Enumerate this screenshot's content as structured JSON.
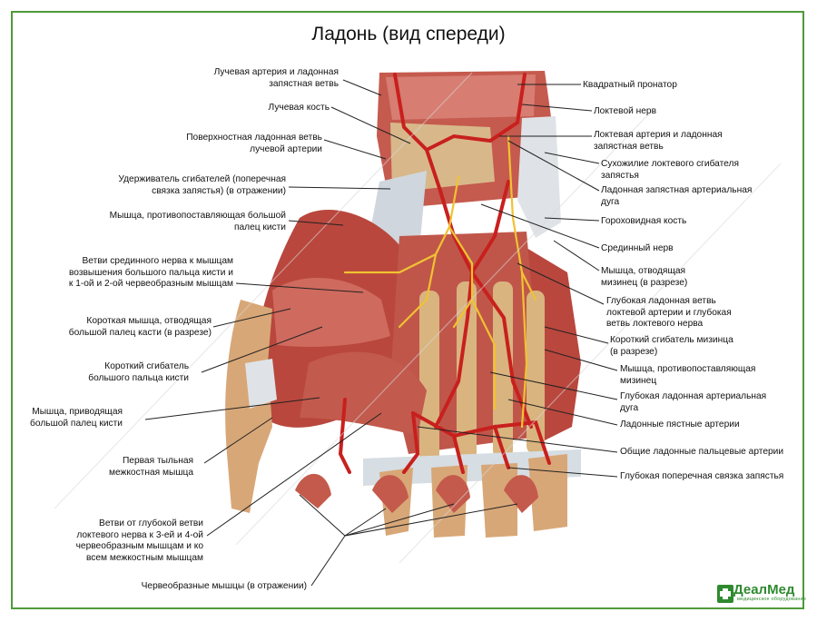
{
  "title": "Ладонь (вид спереди)",
  "colors": {
    "frame": "#4f9a3a",
    "muscle": "#b8473f",
    "muscle_light": "#d9847a",
    "tendon": "#d8dde2",
    "bone": "#d8b88a",
    "artery": "#c8201e",
    "nerve": "#f0c232",
    "brand": "#2f8a2f"
  },
  "labels_left": [
    {
      "lines": [
        "Лучевая артерия и ладонная",
        "запястная ветвь"
      ]
    },
    {
      "lines": [
        "Лучевая кость"
      ]
    },
    {
      "lines": [
        "Поверхностная ладонная ветвь",
        "лучевой артерии"
      ]
    },
    {
      "lines": [
        "Удерживатель сгибателей (поперечная",
        "связка запястья) (в отражении)"
      ]
    },
    {
      "lines": [
        "Мышца, противопоставляющая большой",
        "палец кисти"
      ]
    },
    {
      "lines": [
        "Ветви срединного нерва к мышцам",
        "возвышения большого пальца кисти и",
        "к 1-ой и 2-ой червеобразным мышцам"
      ]
    },
    {
      "lines": [
        "Короткая мышца, отводящая",
        "большой палец касти (в разрезе)"
      ]
    },
    {
      "lines": [
        "Короткий сгибатель",
        "большого пальца кисти"
      ]
    },
    {
      "lines": [
        "Мышца, приводящая",
        "большой палец кисти"
      ]
    },
    {
      "lines": [
        "Первая тыльная",
        "межкостная мышца"
      ]
    },
    {
      "lines": [
        "Ветви от глубокой ветви",
        "локтевого нерва к 3-ей и 4-ой",
        "червеобразным мышцам и ко",
        "всем межкостным мышцам"
      ]
    },
    {
      "lines": [
        "Червеобразные мышцы (в отражении)"
      ]
    }
  ],
  "labels_right": [
    {
      "lines": [
        "Квадратный пронатор"
      ]
    },
    {
      "lines": [
        "Локтевой нерв"
      ]
    },
    {
      "lines": [
        "Локтевая артерия и ладонная",
        "запястная ветвь"
      ]
    },
    {
      "lines": [
        "Сухожилие локтевого сгибателя",
        "запястья"
      ]
    },
    {
      "lines": [
        "Ладонная запястная артериальная",
        "дуга"
      ]
    },
    {
      "lines": [
        "Гороховидная кость"
      ]
    },
    {
      "lines": [
        "Срединный нерв"
      ]
    },
    {
      "lines": [
        "Мышца, отводящая",
        "мизинец (в разрезе)"
      ]
    },
    {
      "lines": [
        "Глубокая ладонная ветвь",
        "локтевой артерии и глубокая",
        "ветвь локтевого нерва"
      ]
    },
    {
      "lines": [
        "Короткий сгибатель мизинца",
        "(в разрезе)"
      ]
    },
    {
      "lines": [
        "Мышца, противопоставляющая",
        "мизинец"
      ]
    },
    {
      "lines": [
        "Глубокая ладонная артериальная",
        "дуга"
      ]
    },
    {
      "lines": [
        "Ладонные пястные артерии"
      ]
    },
    {
      "lines": [
        "Общие ладонные пальцевые артерии"
      ]
    },
    {
      "lines": [
        "Глубокая поперечная связка запястья"
      ]
    }
  ],
  "brand": {
    "name": "ДеалМед",
    "tagline": "медицинское оборудование"
  }
}
